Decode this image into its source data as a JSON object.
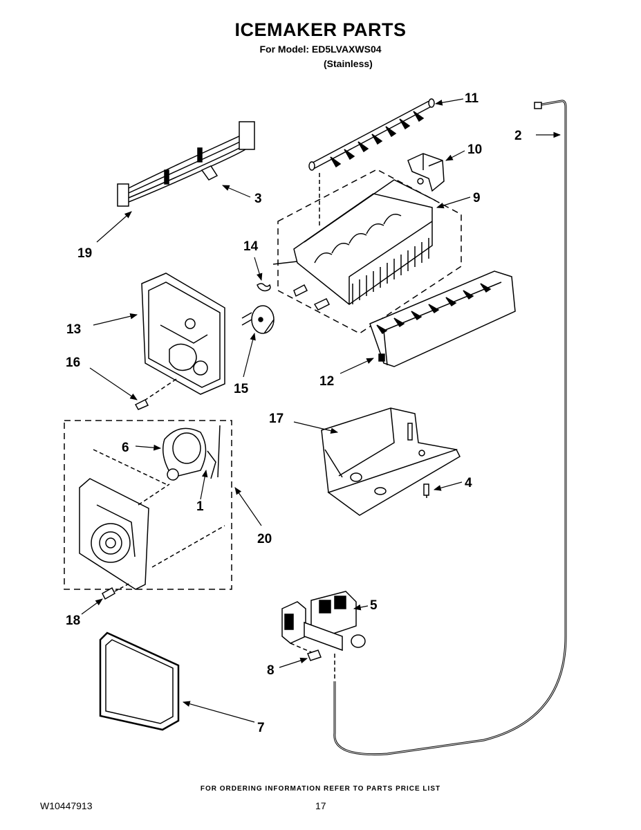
{
  "header": {
    "title": "ICEMAKER PARTS",
    "model_line": "For Model: ED5LVAXWS04",
    "variant": "(Stainless)"
  },
  "callouts": {
    "p1": "1",
    "p2": "2",
    "p3": "3",
    "p4": "4",
    "p5": "5",
    "p6": "6",
    "p7": "7",
    "p8": "8",
    "p9": "9",
    "p10": "10",
    "p11": "11",
    "p12": "12",
    "p13": "13",
    "p14": "14",
    "p15": "15",
    "p16": "16",
    "p17": "17",
    "p18": "18",
    "p19": "19",
    "p20": "20"
  },
  "footer": {
    "ordering_note": "FOR ORDERING INFORMATION REFER TO PARTS PRICE LIST",
    "document_number": "W10447913",
    "page_number": "17"
  }
}
